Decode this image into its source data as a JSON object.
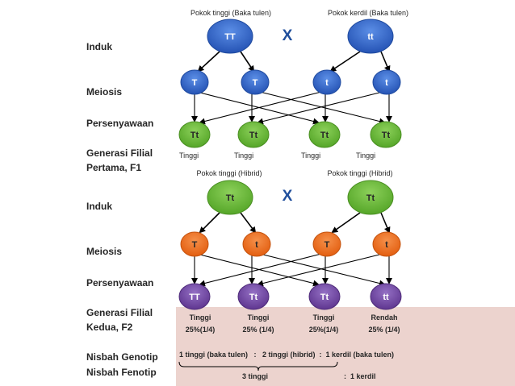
{
  "colors": {
    "blue": "#2e62c8",
    "orange": "#ee6a1a",
    "green": "#66b534",
    "purple": "#7046a0",
    "box": "#ecd3ce"
  },
  "labels": {
    "induk1": "Induk",
    "meiosis1": "Meiosis",
    "persenyawaan1": "Persenyawaan",
    "f1_line1": "Generasi Filial",
    "f1_line2": "Pertama, F1",
    "induk2": "Induk",
    "meiosis2": "Meiosis",
    "persenyawaan2": "Persenyawaan",
    "f2_line1": "Generasi Filial",
    "f2_line2": "Kedua, F2",
    "genotip": "Nisbah Genotip",
    "fenotip": "Nisbah Fenotip"
  },
  "parents1": {
    "left_caption": "Pokok tinggi (Baka tulen)",
    "left": "TT",
    "right_caption": "Pokok kerdil (Baka tulen)",
    "right": "tt",
    "cross": "X"
  },
  "gametes1": [
    "T",
    "T",
    "t",
    "t"
  ],
  "f1": {
    "genotypes": [
      "Tt",
      "Tt",
      "Tt",
      "Tt"
    ],
    "phenotypes": [
      "Tinggi",
      "Tinggi",
      "Tinggi",
      "Tinggi"
    ]
  },
  "parents2": {
    "left_caption": "Pokok tinggi (Hibrid)",
    "left": "Tt",
    "right_caption": "Pokok tinggi (Hibrid)",
    "right": "Tt",
    "cross": "X"
  },
  "gametes2": [
    "T",
    "t",
    "T",
    "t"
  ],
  "f2": {
    "genotypes": [
      "TT",
      "Tt",
      "Tt",
      "tt"
    ],
    "phenotypes": [
      "Tinggi",
      "Tinggi",
      "Tinggi",
      "Rendah"
    ],
    "percents": [
      "25%(1/4)",
      "25% (1/4)",
      "25%(1/4)",
      "25% (1/4)"
    ]
  },
  "ratios": {
    "genotype": "1 tinggi (baka tulen)   :   2 tinggi (hibrid)  :  1 kerdil (baka tulen)",
    "phenotype_left": "3 tinggi",
    "phenotype_right": ":  1 kerdil"
  }
}
